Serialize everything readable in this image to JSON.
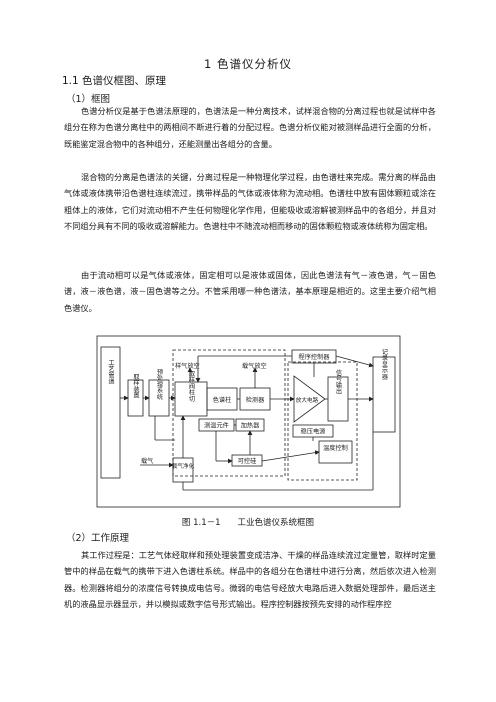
{
  "title": "1 色谱仪分析仪",
  "section": "1.1 色谱仪框图、原理",
  "sub1": "（1）框图",
  "p1": "色谱分析仪是基于色谱法原理的，色谱法是一种分离技术，试样混合物的分离过程也就是试样中各组分在称为色谱分离柱中的两相间不断进行着的分配过程。色谱分析仪能对被测样品进行全面的分析，既能鉴定混合物中的各种组分，还能测量出各组分的含量。",
  "p2": "混合物的分离是色谱法的关键，分离过程是一种物理化学过程，由色谱柱来完成。需分离的样品由气体或液体携带沿色谱柱连续流过，携带样品的气体或液体称为流动相。色谱柱中放有固体颗粒或涂在粗体上的液体，它们对流动相不产生任何物理化学作用，但能吸收或溶解被测样品中的各组分，并且对不同组分具有不同的吸收或溶解能力。色谱柱中不随流动相而移动的固体颗粒物或液体统称为固定相。",
  "p3": "由于流动相可以是气体或液体，固定相可以是液体或固体，因此色谱法有气－液色谱，气－固色谱，液－液色谱，液－固色谱等之分。不管采用哪一种色谱法，基本原理是相近的。这里主要介绍气相色谱仪。",
  "caption": "图 1.1－1　　工业色谱仪系统框图",
  "sub2": "（2）工作原理",
  "p4": "其工作过程是：工艺气体经取样和预处理装置变成洁净、干燥的样品连续流过定量管，取样时定量管中的样品在载气的携带下进入色谱柱系统。样品中的各组分在色谱柱中进行分离，然后依次进入检测器。检测器将组分的浓度信号转换成电信号。微弱的电信号经放大电路后进入数据处理部件，最后送主机的液晶显示器显示，并以模拟或数字信号形式输出。程序控制器按预先安排的动作程序控",
  "diagram": {
    "pipe": "工艺管道",
    "sampler": "取样装置",
    "pretreat": "预处理系统",
    "sample_vent": "样气放空",
    "carrier_vent": "载气放空",
    "valve": "取样阀柱切",
    "column": "色谱柱",
    "detector": "检测器",
    "amp": "放大电路",
    "output": "信号输出",
    "program": "程序控制器",
    "recorder": "记录显示器",
    "thermo": "测温元件",
    "heater": "加热器",
    "regulator": "稳压电源",
    "temp_ctrl": "温度控制",
    "thyristor": "可控硅",
    "carrier": "载气",
    "purify": "载气净化"
  }
}
